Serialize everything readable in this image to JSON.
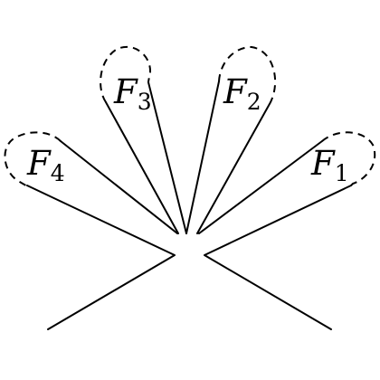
{
  "labels": {
    "f1": {
      "letter": "F",
      "sub": "1"
    },
    "f2": {
      "letter": "F",
      "sub": "2"
    },
    "f3": {
      "letter": "F",
      "sub": "3"
    },
    "f4": {
      "letter": "F",
      "sub": "4"
    }
  },
  "stroke_color": "#000000",
  "background_color": "#ffffff"
}
